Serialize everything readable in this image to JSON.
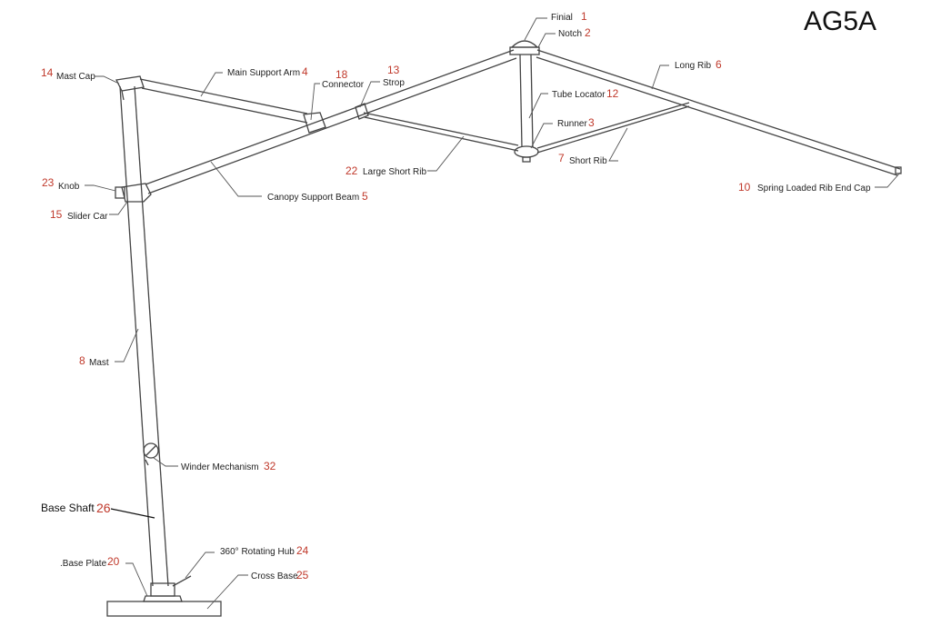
{
  "title": "AG5A",
  "labels": {
    "finial": {
      "name": "Finial",
      "num": "1"
    },
    "notch": {
      "name": "Notch",
      "num": "2"
    },
    "long_rib": {
      "name": "Long Rib",
      "num": "6"
    },
    "mast_cap": {
      "name": "Mast Cap",
      "num": "14"
    },
    "main_support_arm": {
      "name": "Main Support Arm",
      "num": "4"
    },
    "connector": {
      "name": "Connector",
      "num": "18"
    },
    "strop": {
      "name": "Strop",
      "num": "13"
    },
    "tube_locator": {
      "name": "Tube Locator",
      "num": "12"
    },
    "runner": {
      "name": "Runner",
      "num": "3"
    },
    "short_rib": {
      "name": "Short Rib",
      "num": "7"
    },
    "large_short_rib": {
      "name": "Large Short Rib",
      "num": "22"
    },
    "spring_end_cap": {
      "name": "Spring Loaded Rib End Cap",
      "num": "10"
    },
    "knob": {
      "name": "Knob",
      "num": "23"
    },
    "slider_car": {
      "name": "Slider Car",
      "num": "15"
    },
    "canopy_support_beam": {
      "name": "Canopy Support Beam",
      "num": "5"
    },
    "mast": {
      "name": "Mast",
      "num": "8"
    },
    "winder": {
      "name": "Winder Mechanism",
      "num": "32"
    },
    "base_shaft": {
      "name": "Base Shaft",
      "num": "26"
    },
    "rotating_hub": {
      "name": "360° Rotating Hub",
      "num": "24"
    },
    "base_plate": {
      "name": ".Base Plate",
      "num": "20"
    },
    "cross_base": {
      "name": "Cross Base",
      "num": "25"
    }
  }
}
